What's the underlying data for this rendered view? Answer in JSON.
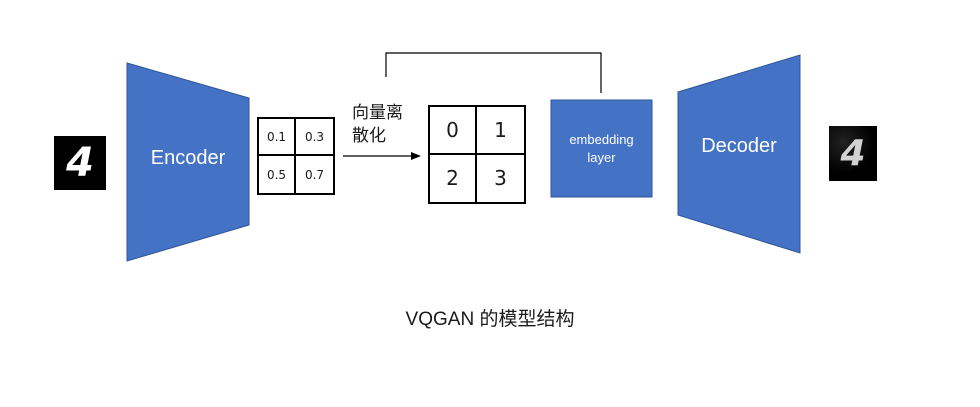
{
  "encoder": {
    "label": "Encoder"
  },
  "decoder": {
    "label": "Decoder"
  },
  "latent_grid": {
    "values": [
      "0.1",
      "0.3",
      "0.5",
      "0.7"
    ]
  },
  "quantize_label": {
    "line1": "向量离",
    "line2": "散化"
  },
  "code_grid": {
    "values": [
      "0",
      "1",
      "2",
      "3"
    ]
  },
  "embedding": {
    "line1": "embedding",
    "line2": "layer"
  },
  "input_image": {
    "digit": "4"
  },
  "output_image": {
    "digit": "4"
  },
  "caption": "VQGAN 的模型结构",
  "colors": {
    "block": "#4472c4",
    "block_dark": "#2f5597"
  }
}
